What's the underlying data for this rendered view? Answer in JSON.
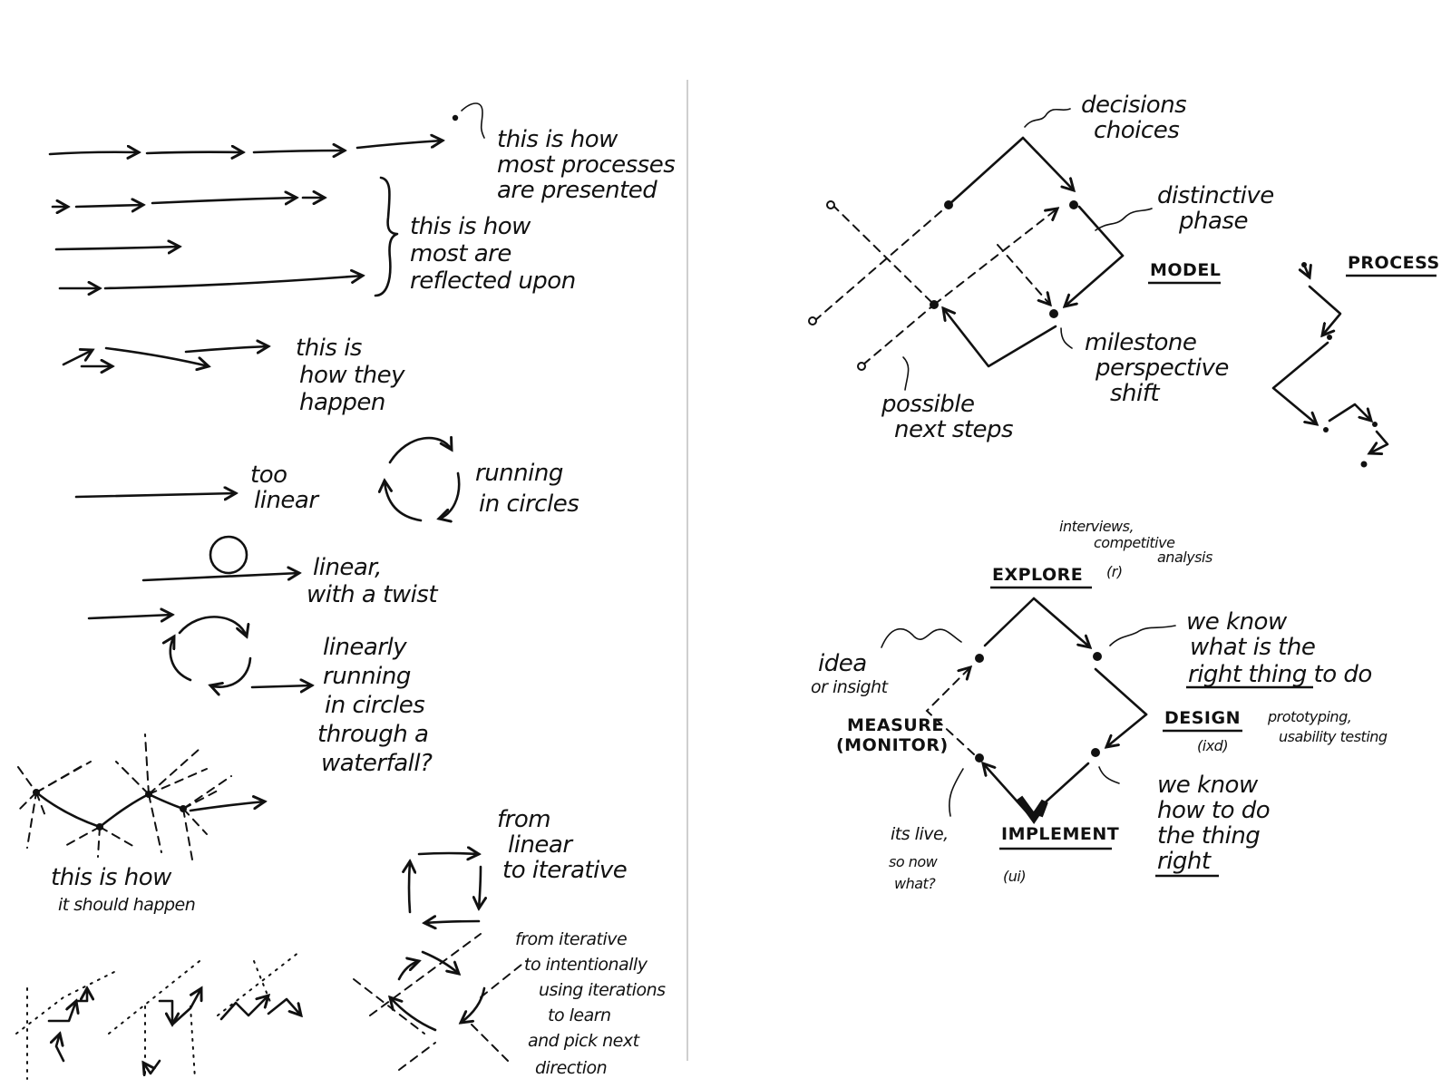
{
  "left_page": {
    "presented": [
      "this is how",
      "most processes",
      "are presented"
    ],
    "reflected": [
      "this is how",
      "most are",
      "reflected upon"
    ],
    "happen": [
      "this is",
      "how they",
      "happen"
    ],
    "too_linear": [
      "too",
      "linear"
    ],
    "running_circles": [
      "running",
      "in circles"
    ],
    "linear_twist": [
      "linear,",
      "with a twist"
    ],
    "linearly_running": [
      "linearly",
      "running",
      "in circles",
      "through a",
      "waterfall?"
    ],
    "should_happen": [
      "this is how",
      "it should happen"
    ],
    "linear_to_iterative": [
      "from",
      "linear",
      "to iterative"
    ],
    "iterative_to_intentional": [
      "from iterative",
      "to intentionally",
      "using iterations",
      "to learn",
      "and pick next",
      "direction"
    ]
  },
  "model_diagram": {
    "decisions": [
      "decisions",
      "choices"
    ],
    "distinctive_phase": [
      "distinctive",
      "phase"
    ],
    "model_label": "MODEL",
    "process_label": "PROCESS",
    "milestone": [
      "milestone",
      "perspective",
      "shift"
    ],
    "next_steps": [
      "possible",
      "next steps"
    ]
  },
  "design_cycle": {
    "research_methods": [
      "interviews,",
      "competitive",
      "analysis"
    ],
    "explore": "EXPLORE",
    "explore_code": "(r)",
    "idea": [
      "idea",
      "or insight"
    ],
    "know_right_thing": [
      "we know",
      "what is the",
      "right thing to do"
    ],
    "design": "DESIGN",
    "design_code": "(ixd)",
    "design_methods": [
      "prototyping,",
      "usability testing"
    ],
    "measure": [
      "MEASURE",
      "(MONITOR)"
    ],
    "live": [
      "its live,",
      "so now",
      "what?"
    ],
    "implement": "IMPLEMENT",
    "implement_code": "(ui)",
    "know_thing_right": [
      "we know",
      "how to do",
      "the thing",
      "right"
    ]
  }
}
